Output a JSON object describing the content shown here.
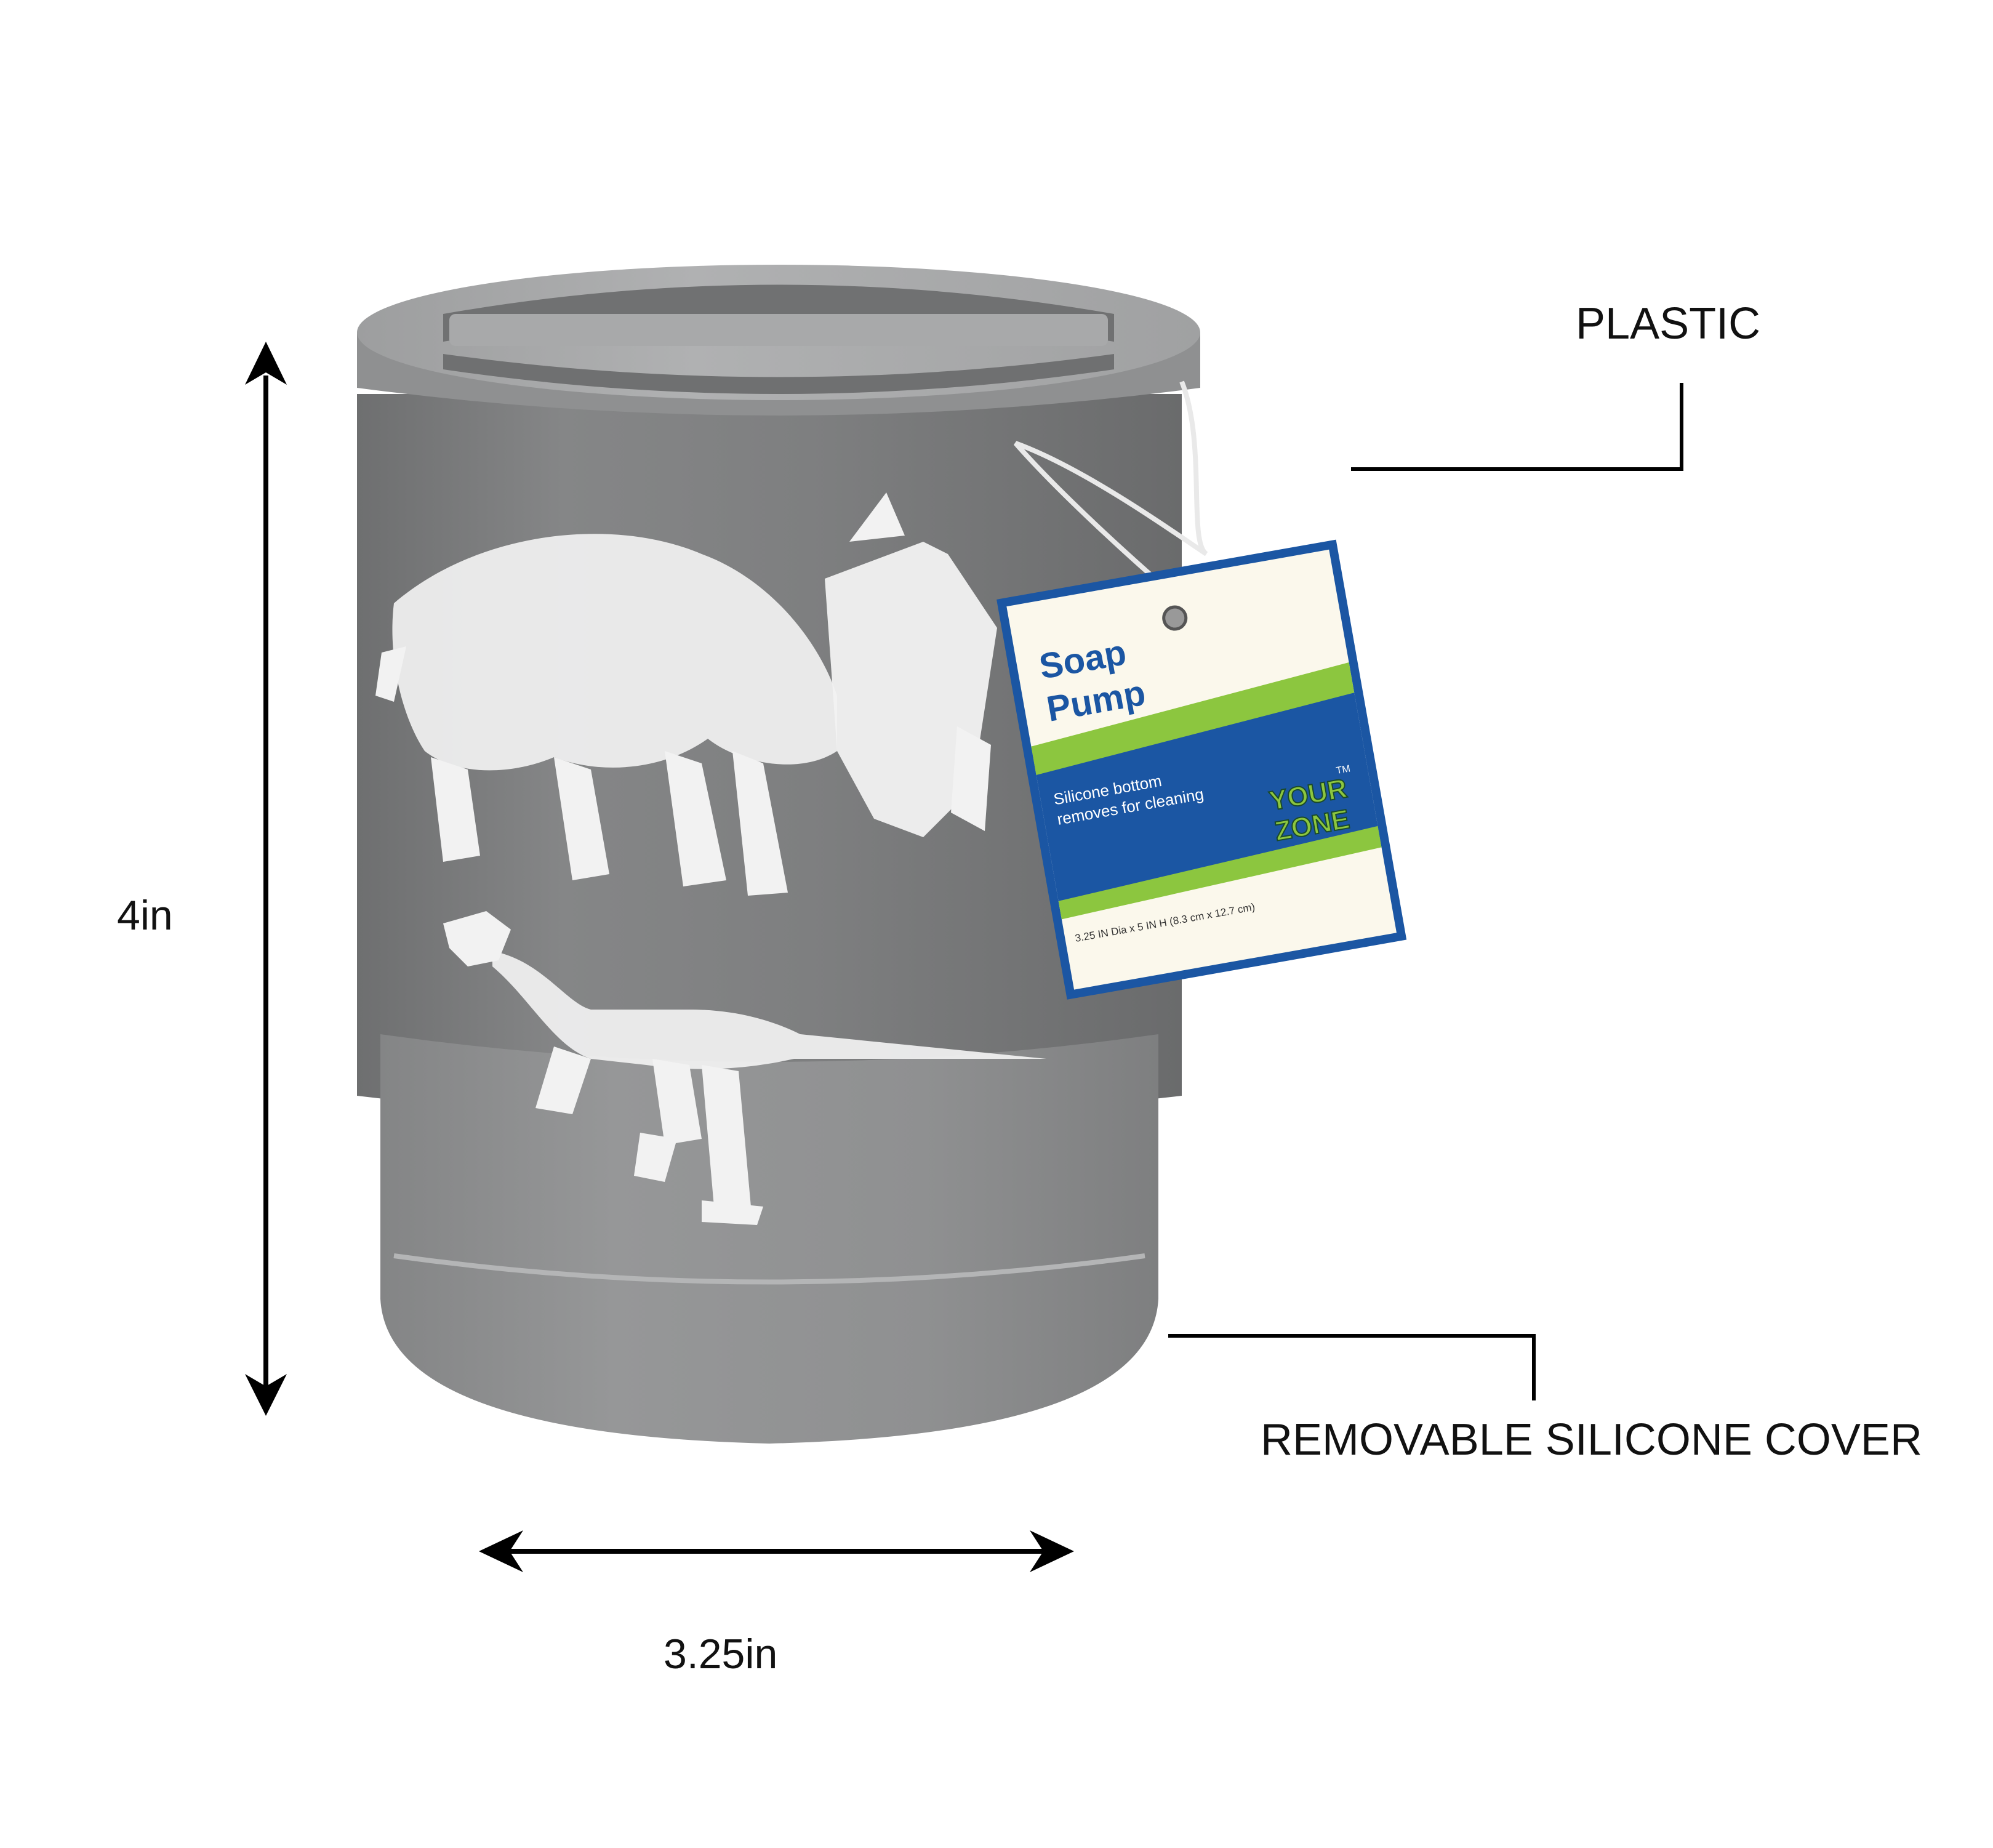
{
  "annotations": {
    "material_top": "PLASTIC",
    "material_bottom": "REMOVABLE SILICONE COVER",
    "height": "4in",
    "width": "3.25in"
  },
  "product_tag": {
    "title_line1": "Soap",
    "title_line2": "Pump",
    "feature_line1": "Silicone bottom",
    "feature_line2": "removes for cleaning",
    "brand_line1": "YOUR",
    "brand_line2": "ZONE",
    "trademark": "TM",
    "dimensions": "3.25 IN Dia x 5 IN H (8.3 cm x 12.7 cm)"
  },
  "colors": {
    "cup_body": "#7c7d7e",
    "cup_lid": "#a3a4a5",
    "silicone_base": "#8a8b8c",
    "dino_print": "#f2f2f2",
    "tag_blue": "#1b56a3",
    "tag_green": "#8cc63f",
    "tag_cream": "#fbf8ec"
  }
}
